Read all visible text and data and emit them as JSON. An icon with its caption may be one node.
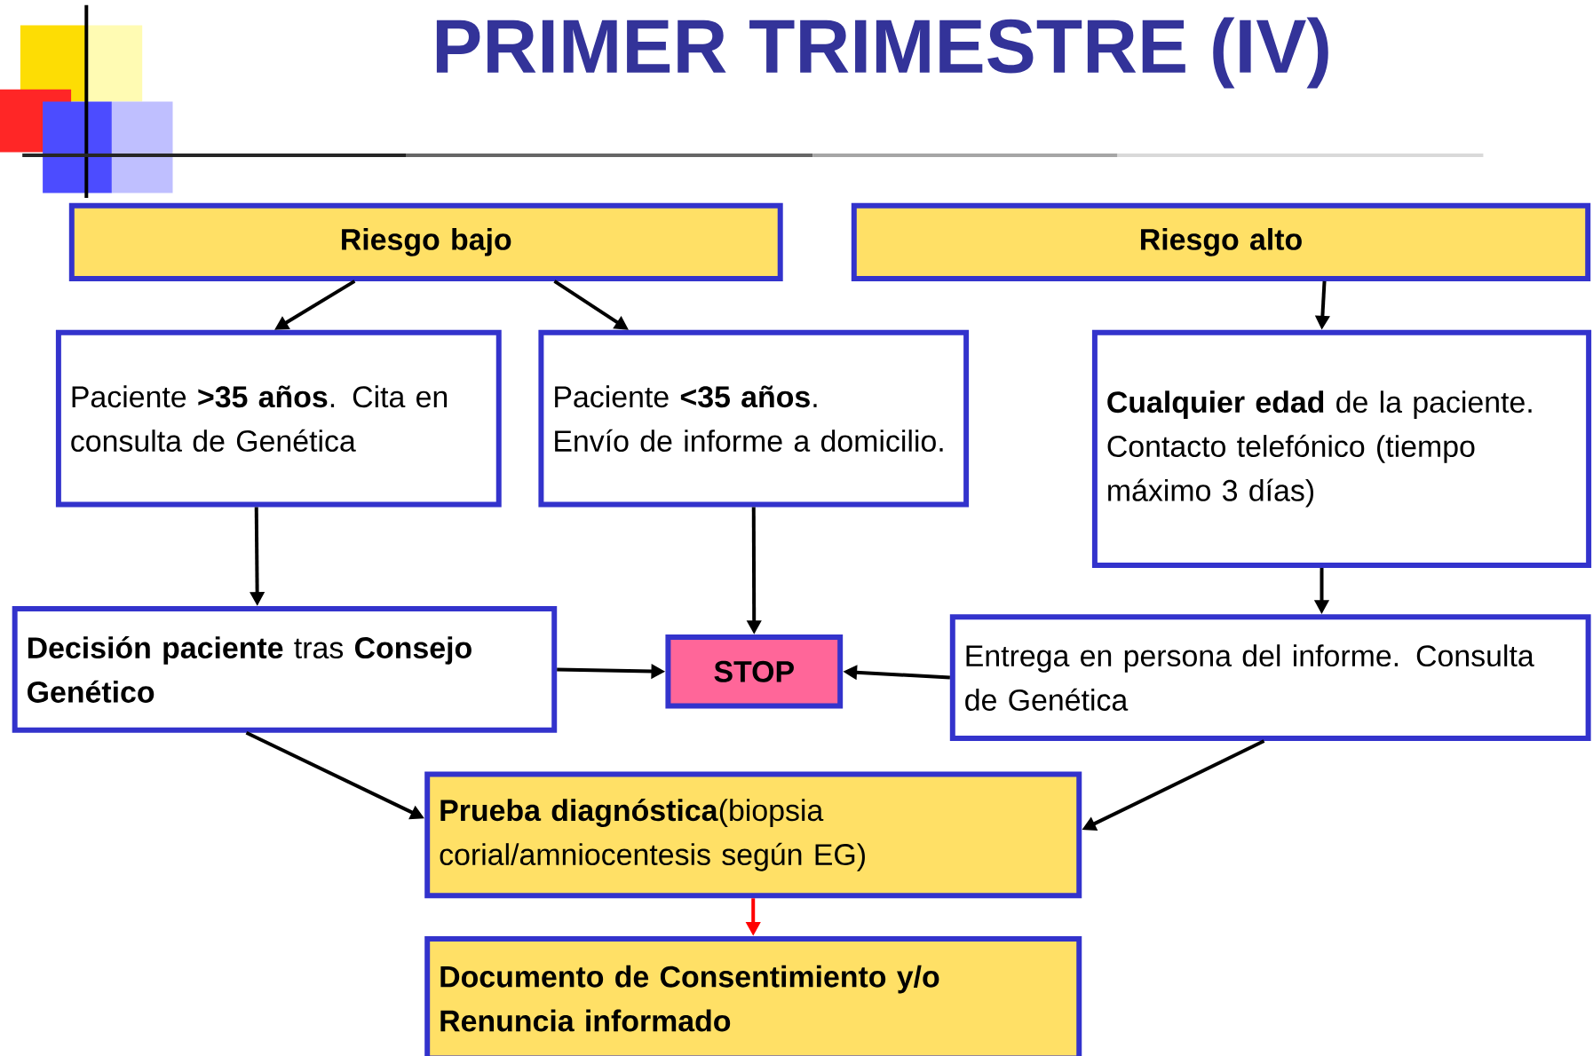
{
  "diagram": {
    "title": "PRIMER TRIMESTRE (IV)",
    "nodes": [
      {
        "text": [
          "Riesgo bajo"
        ]
      },
      {
        "text": [
          "Riesgo alto"
        ]
      },
      {
        "text": [
          "Paciente **>35 años**. Cita en consulta de Genética"
        ]
      },
      {
        "text": [
          "Paciente **<35 años**.",
          "Envío de informe a domicilio."
        ]
      },
      {
        "text": [
          "**Cualquier edad** de la paciente.",
          "Contacto telefónico (tiempo máximo 3 días)"
        ]
      },
      {
        "text": [
          "**Decisión paciente** tras **Consejo Genético**"
        ]
      },
      {
        "text": [
          "STOP"
        ]
      },
      {
        "text": [
          "Entrega en persona del informe. Consulta de Genética"
        ]
      },
      {
        "text": [
          "**Prueba diagnóstica**(biopsia corial/amniocentesis según EG)"
        ]
      },
      {
        "text": [
          "Documento de Consentimiento y/o Renuncia informado"
        ]
      }
    ],
    "edges": [
      {
        "from": 0,
        "to": 2,
        "arrow": "to"
      },
      {
        "from": 0,
        "to": 3,
        "arrow": "to"
      },
      {
        "from": 1,
        "to": 4,
        "arrow": "to"
      },
      {
        "from": 2,
        "to": 5,
        "arrow": "to"
      },
      {
        "from": 3,
        "to": 6,
        "arrow": "to"
      },
      {
        "from": 5,
        "to": 6,
        "arrow": "to"
      },
      {
        "from": 7,
        "to": 6,
        "arrow": "to"
      },
      {
        "from": 4,
        "to": 7,
        "arrow": "to"
      },
      {
        "from": 5,
        "to": 8,
        "arrow": "to"
      },
      {
        "from": 7,
        "to": 8,
        "arrow": "to"
      },
      {
        "from": 8,
        "to": 9,
        "arrow": "to",
        "color": "#ff0000"
      }
    ]
  }
}
